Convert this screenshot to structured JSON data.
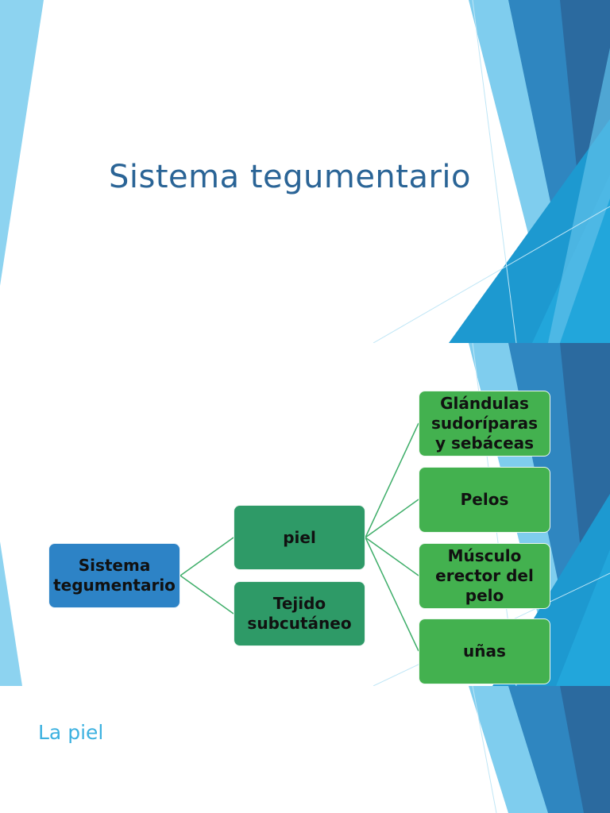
{
  "slides": [
    {
      "title": "Sistema tegumentario"
    },
    {
      "diagram": {
        "root": "Sistema tegumentario",
        "level1": [
          "piel",
          "Tejido subcutáneo"
        ],
        "level2": [
          "Glándulas sudoríparas y sebáceas",
          "Pelos",
          "Músculo erector del pelo",
          "uñas"
        ]
      }
    },
    {
      "title": "La piel"
    }
  ],
  "colors": {
    "title_blue": "#2a6496",
    "section_title_cyan": "#3cb1e0",
    "root_box": "#2d83c6",
    "level1_box": "#2e9a67",
    "level2_box": "#43b14f",
    "connector": "#3fae6a",
    "accent_light_blue": "#8dd3f0",
    "accent_dark_blue": "#2c6ea4"
  }
}
